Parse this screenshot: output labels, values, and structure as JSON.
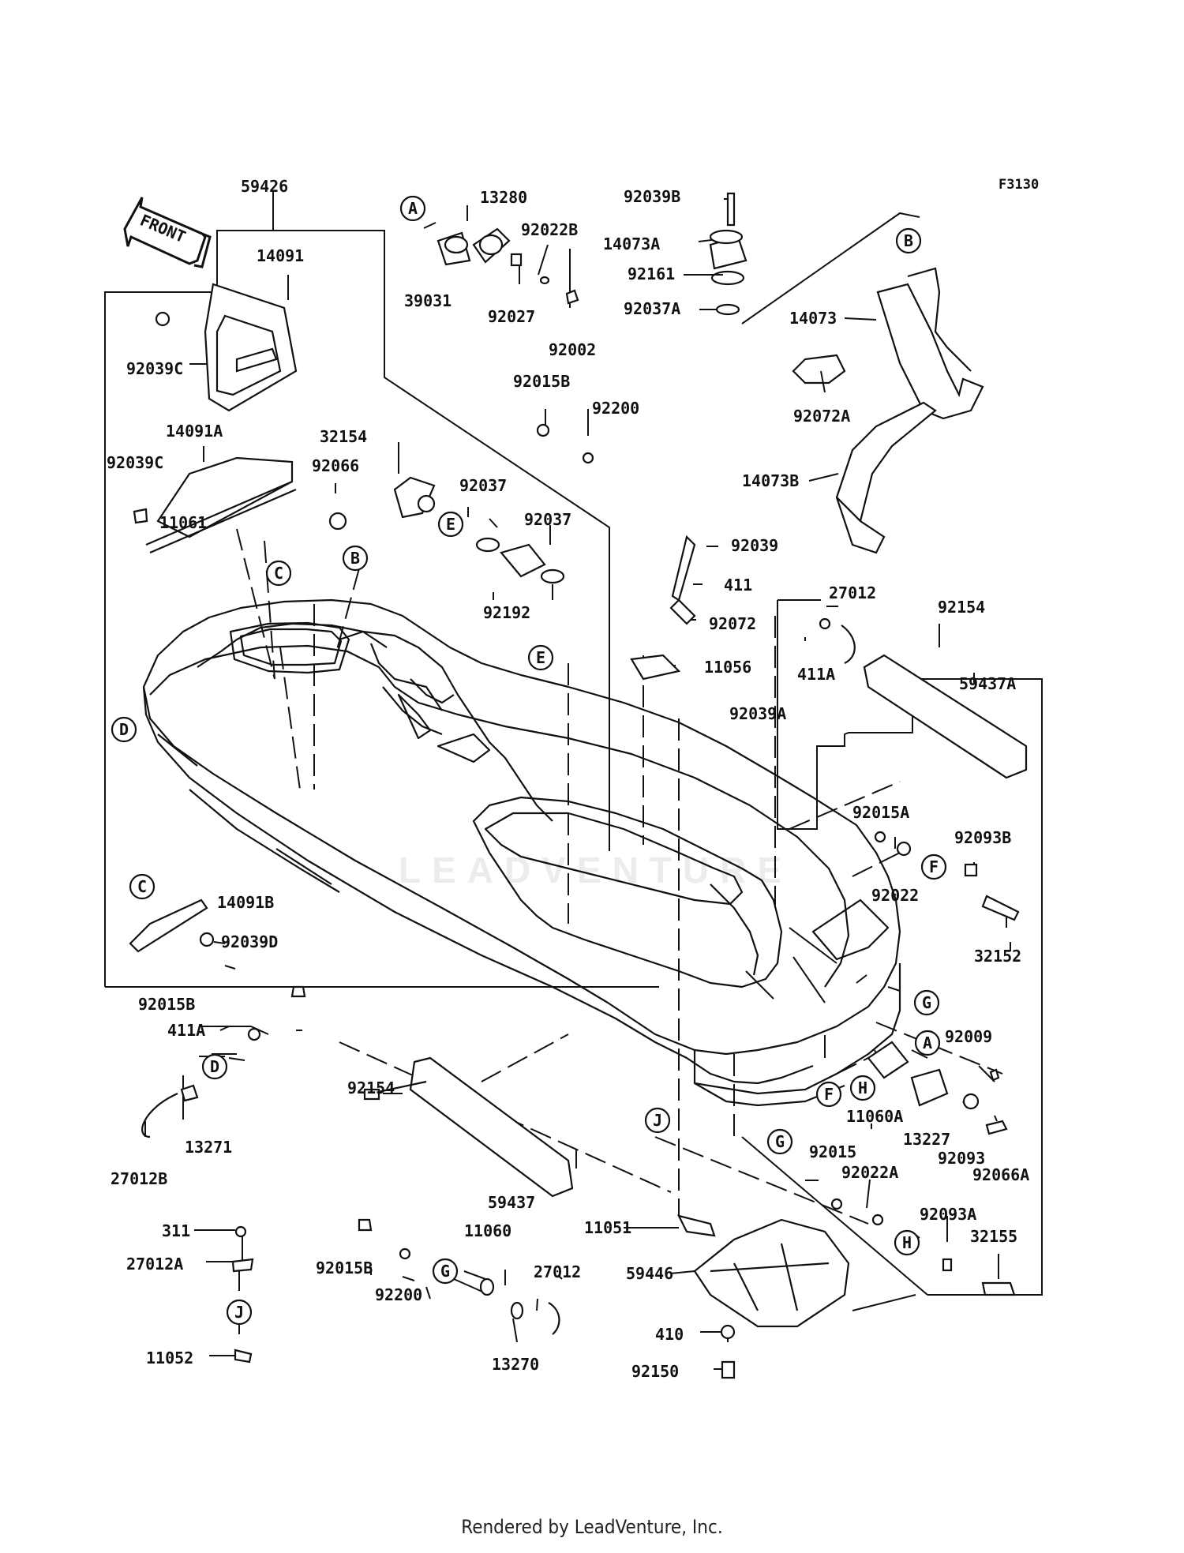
{
  "diagram": {
    "sheet_code": "F3130",
    "front_label": "FRONT",
    "watermark": "LEADVENTURE",
    "footer": "Rendered by LeadVenture, Inc."
  },
  "parts": [
    {
      "id": "p01",
      "label": "59426"
    },
    {
      "id": "p02",
      "label": "14091"
    },
    {
      "id": "p03",
      "label": "92039C"
    },
    {
      "id": "p04",
      "label": "14091A"
    },
    {
      "id": "p05",
      "label": "92039C"
    },
    {
      "id": "p06",
      "label": "11061"
    },
    {
      "id": "p07",
      "label": "92066"
    },
    {
      "id": "p08",
      "label": "13280"
    },
    {
      "id": "p09",
      "label": "92022B"
    },
    {
      "id": "p10",
      "label": "39031"
    },
    {
      "id": "p11",
      "label": "92027"
    },
    {
      "id": "p12",
      "label": "92002"
    },
    {
      "id": "p13",
      "label": "92039B"
    },
    {
      "id": "p14",
      "label": "14073A"
    },
    {
      "id": "p15",
      "label": "92161"
    },
    {
      "id": "p16",
      "label": "92037A"
    },
    {
      "id": "p17",
      "label": "14073"
    },
    {
      "id": "p18",
      "label": "92072A"
    },
    {
      "id": "p19",
      "label": "14073B"
    },
    {
      "id": "p20",
      "label": "92015B"
    },
    {
      "id": "p21",
      "label": "92200"
    },
    {
      "id": "p22",
      "label": "32154"
    },
    {
      "id": "p23",
      "label": "92037"
    },
    {
      "id": "p24",
      "label": "92037"
    },
    {
      "id": "p25",
      "label": "92192"
    },
    {
      "id": "p26",
      "label": "92039"
    },
    {
      "id": "p27",
      "label": "411"
    },
    {
      "id": "p28",
      "label": "92072"
    },
    {
      "id": "p29",
      "label": "11056"
    },
    {
      "id": "p30",
      "label": "92039A"
    },
    {
      "id": "p31",
      "label": "27012"
    },
    {
      "id": "p32",
      "label": "411A"
    },
    {
      "id": "p33",
      "label": "92154"
    },
    {
      "id": "p34",
      "label": "59437A"
    },
    {
      "id": "p35",
      "label": "92015A"
    },
    {
      "id": "p36",
      "label": "92093B"
    },
    {
      "id": "p37",
      "label": "92022"
    },
    {
      "id": "p38",
      "label": "32152"
    },
    {
      "id": "p39",
      "label": "14091B"
    },
    {
      "id": "p40",
      "label": "92039D"
    },
    {
      "id": "p41",
      "label": "92015B"
    },
    {
      "id": "p42",
      "label": "411A"
    },
    {
      "id": "p43",
      "label": "13271"
    },
    {
      "id": "p44",
      "label": "27012B"
    },
    {
      "id": "p45",
      "label": "92154"
    },
    {
      "id": "p46",
      "label": "59437"
    },
    {
      "id": "p47",
      "label": "92009"
    },
    {
      "id": "p48",
      "label": "11060A"
    },
    {
      "id": "p49",
      "label": "13227"
    },
    {
      "id": "p50",
      "label": "92093"
    },
    {
      "id": "p51",
      "label": "92066A"
    },
    {
      "id": "p52",
      "label": "92015"
    },
    {
      "id": "p53",
      "label": "92022A"
    },
    {
      "id": "p54",
      "label": "92093A"
    },
    {
      "id": "p55",
      "label": "32155"
    },
    {
      "id": "p56",
      "label": "311"
    },
    {
      "id": "p57",
      "label": "27012A"
    },
    {
      "id": "p58",
      "label": "11052"
    },
    {
      "id": "p59",
      "label": "92015B"
    },
    {
      "id": "p60",
      "label": "92200"
    },
    {
      "id": "p61",
      "label": "11060"
    },
    {
      "id": "p62",
      "label": "27012"
    },
    {
      "id": "p63",
      "label": "13270"
    },
    {
      "id": "p64",
      "label": "11051"
    },
    {
      "id": "p65",
      "label": "59446"
    },
    {
      "id": "p66",
      "label": "410"
    },
    {
      "id": "p67",
      "label": "92150"
    }
  ],
  "callouts": [
    {
      "id": "c01",
      "letter": "A"
    },
    {
      "id": "c02",
      "letter": "B"
    },
    {
      "id": "c03",
      "letter": "C"
    },
    {
      "id": "c04",
      "letter": "B"
    },
    {
      "id": "c05",
      "letter": "E"
    },
    {
      "id": "c06",
      "letter": "D"
    },
    {
      "id": "c07",
      "letter": "E"
    },
    {
      "id": "c08",
      "letter": "C"
    },
    {
      "id": "c09",
      "letter": "F"
    },
    {
      "id": "c10",
      "letter": "G"
    },
    {
      "id": "c11",
      "letter": "A"
    },
    {
      "id": "c12",
      "letter": "D"
    },
    {
      "id": "c13",
      "letter": "H"
    },
    {
      "id": "c14",
      "letter": "F"
    },
    {
      "id": "c15",
      "letter": "J"
    },
    {
      "id": "c16",
      "letter": "G"
    },
    {
      "id": "c17",
      "letter": "H"
    },
    {
      "id": "c18",
      "letter": "G"
    },
    {
      "id": "c19",
      "letter": "J"
    }
  ]
}
